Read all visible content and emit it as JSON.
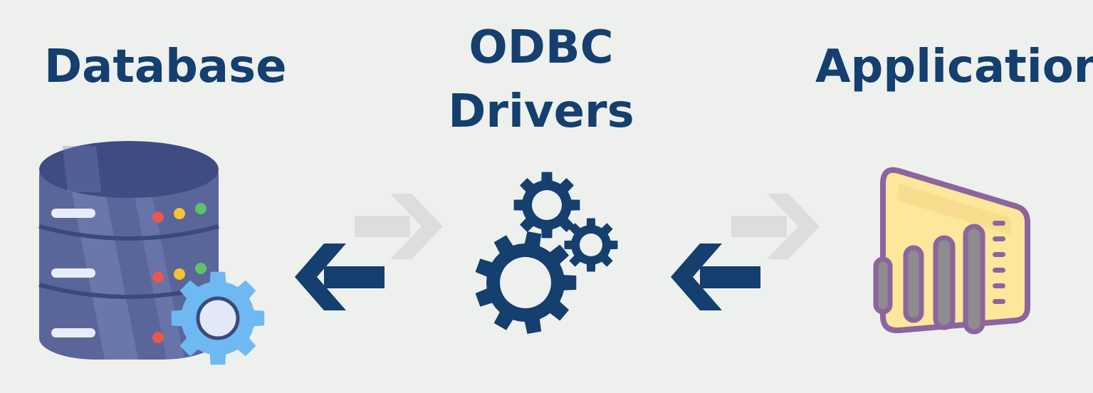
{
  "diagram": {
    "nodes": [
      {
        "id": "database",
        "title": "Database",
        "icon": "database-gear-icon"
      },
      {
        "id": "odbc",
        "title_lines": [
          "ODBC",
          "Drivers"
        ],
        "icon": "gears-icon"
      },
      {
        "id": "application",
        "title": "Application",
        "icon": "bar-chart-app-icon"
      }
    ],
    "edges": [
      {
        "from": "odbc",
        "to": "database",
        "direction": "left"
      },
      {
        "from": "database",
        "to": "odbc",
        "direction": "right",
        "style": "faded"
      },
      {
        "from": "application",
        "to": "odbc",
        "direction": "left"
      },
      {
        "from": "odbc",
        "to": "application",
        "direction": "right",
        "style": "faded"
      }
    ]
  },
  "colors": {
    "background": "#EEF0EE",
    "text": "#143F6E",
    "arrow_primary": "#143F6E",
    "arrow_faded": "#DEDDDB",
    "db_body": "#5A659A",
    "db_top": "#404B84",
    "db_shine": "#7A85B8",
    "gear_light": "#6FB9F3",
    "gear_hub": "#E2E8F8",
    "app_outline": "#8C659F",
    "app_fill": "#FDE79A",
    "app_bars": "#8E8C8E"
  }
}
